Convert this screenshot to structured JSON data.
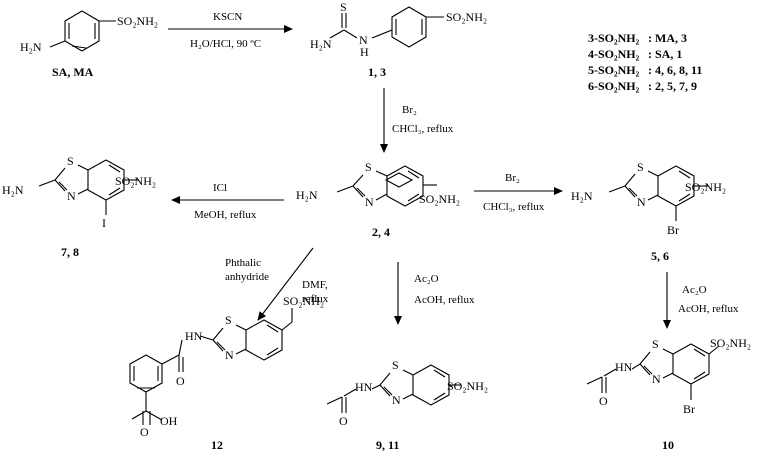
{
  "reactions": {
    "r1": {
      "reagent": "KSCN",
      "conditions": "H₂O/HCl, 90 ºC"
    },
    "r2": {
      "reagent": "Br₂",
      "conditions": "CHCl₃, reflux"
    },
    "r3": {
      "reagent": "ICl",
      "conditions": "MeOH, reflux"
    },
    "r4": {
      "reagent": "Br₂",
      "conditions": "CHCl₃, reflux"
    },
    "r5": {
      "reagent_line1": "Phthalic",
      "reagent_line2": "anhydride",
      "solvent": "DMF,",
      "solvent_line2": "reflux"
    },
    "r6": {
      "reagent": "Ac₂O",
      "conditions": "AcOH, reflux"
    },
    "r7": {
      "reagent": "Ac₂O",
      "conditions": "AcOH, reflux"
    }
  },
  "compounds": {
    "sa_ma": {
      "label": "SA, MA",
      "nh2": "H₂N",
      "group": "SO₂NH₂"
    },
    "thiourea": {
      "label": "1, 3",
      "s": "S",
      "nh2": "H₂N",
      "nh": "N",
      "h": "H",
      "group": "SO₂NH₂"
    },
    "aminobt": {
      "label": "2, 4",
      "s": "S",
      "n": "N",
      "nh2": "H₂N",
      "group": "SO₂NH₂"
    },
    "iodo": {
      "label": "7, 8",
      "s": "S",
      "n": "N",
      "nh2": "H₂N",
      "group": "SO₂NH₂",
      "hal": "I"
    },
    "bromo": {
      "label": "5, 6",
      "s": "S",
      "n": "N",
      "nh2": "H₂N",
      "group": "SO₂NH₂",
      "hal": "Br"
    },
    "phthal": {
      "label": "12",
      "hn": "HN",
      "s": "S",
      "n": "N",
      "o": "O",
      "oh": "OH",
      "group": "SO₂NH₂"
    },
    "acetyl": {
      "label": "9, 11",
      "hn": "HN",
      "s": "S",
      "n": "N",
      "o": "O",
      "group": "SO₂NH₂"
    },
    "acbromo": {
      "label": "10",
      "hn": "HN",
      "s": "S",
      "n": "N",
      "o": "O",
      "group": "SO₂NH₂",
      "hal": "Br"
    }
  },
  "legend": [
    {
      "isomer": "3-SO₂NH₂",
      "compounds": "MA, 3"
    },
    {
      "isomer": "4-SO₂NH₂",
      "compounds": "SA, 1"
    },
    {
      "isomer": "5-SO₂NH₂",
      "compounds": "4, 6, 8, 11"
    },
    {
      "isomer": "6-SO₂NH₂",
      "compounds": "2, 5, 7, 9"
    }
  ]
}
